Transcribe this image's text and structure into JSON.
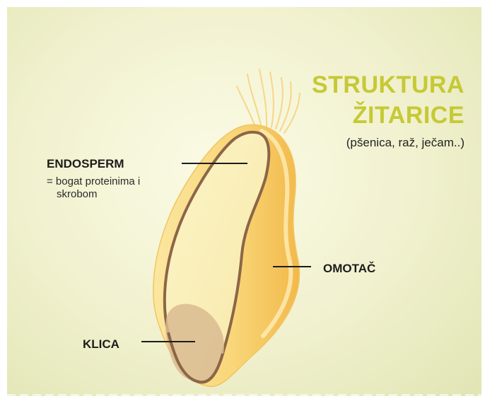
{
  "title": {
    "line1": "STRUKTURA",
    "line2": "ŽITARICE",
    "subtitle": "(pšenica, raž, ječam..)"
  },
  "labels": {
    "endosperm": "ENDOSPERM",
    "endosperm_desc_line1": "= bogat proteinima i",
    "endosperm_desc_line2": "skrobom",
    "omotac": "OMOTAČ",
    "klica": "KLICA"
  },
  "colors": {
    "title": "#c6c934",
    "husk": "#f6c65c",
    "endosperm": "#faf0b8",
    "outline": "#8c6648",
    "germ": "#d9bb90",
    "background": "#f1f1cf"
  }
}
